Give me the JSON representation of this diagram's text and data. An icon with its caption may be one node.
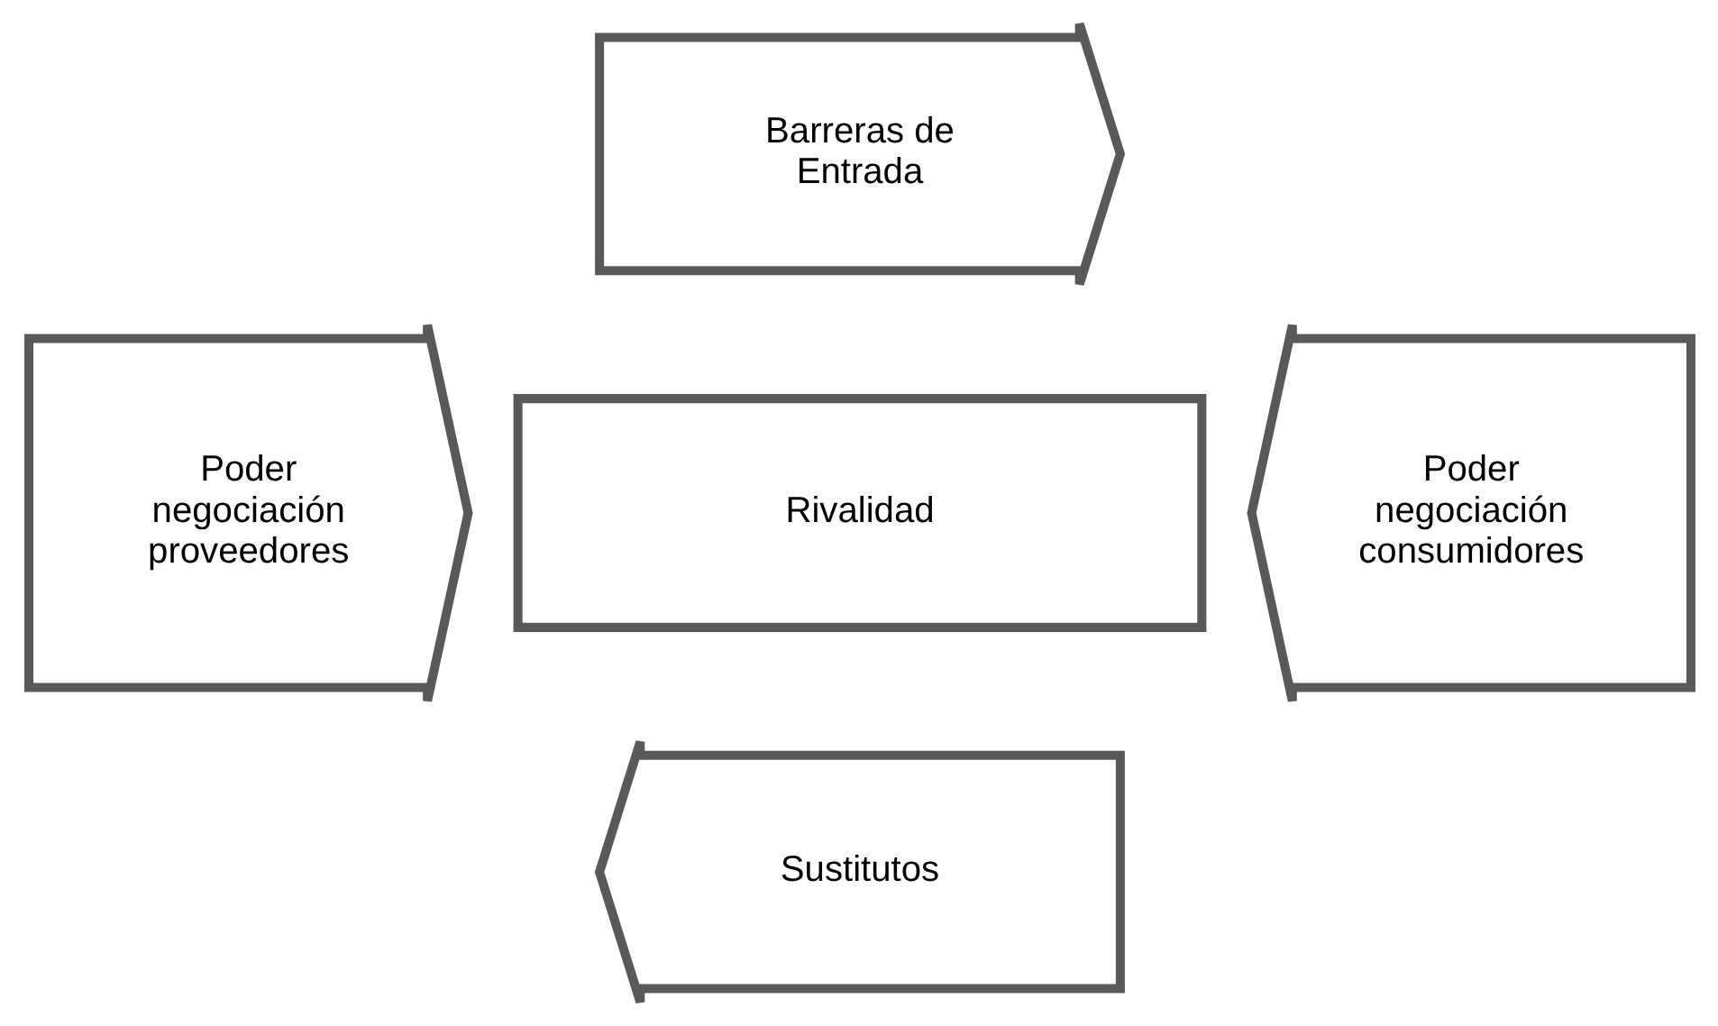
{
  "diagram": {
    "nodes": [
      {
        "text": [
          "Barreras de Entrada"
        ]
      },
      {
        "text": [
          "Poder negociación proveedores"
        ]
      },
      {
        "text": [
          "Rivalidad"
        ]
      },
      {
        "text": [
          "Poder negociación consumidores"
        ]
      },
      {
        "text": [
          "Sustitutos"
        ]
      }
    ],
    "edges": []
  }
}
